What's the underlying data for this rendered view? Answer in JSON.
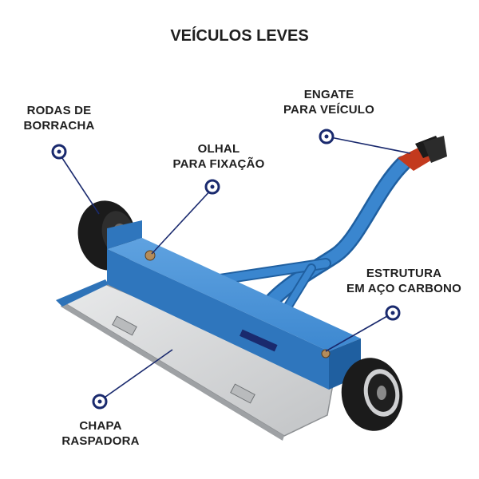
{
  "title": "VEÍCULOS LEVES",
  "labels": {
    "rodas": {
      "line1": "RODAS DE",
      "line2": "BORRACHA"
    },
    "olhal": {
      "line1": "OLHAL",
      "line2": "PARA FIXAÇÃO"
    },
    "engate": {
      "line1": "ENGATE",
      "line2": "PARA VEÍCULO"
    },
    "estrutura": {
      "line1": "ESTRUTURA",
      "line2": "EM AÇO CARBONO"
    },
    "chapa": {
      "line1": "CHAPA",
      "line2": "RASPADORA"
    }
  },
  "colors": {
    "frame_blue": "#3a86cf",
    "frame_dark": "#1f5fa0",
    "marker_navy": "#1a2a6e",
    "plate_gray": "#d4d6d8",
    "tire_black": "#1b1b1b"
  },
  "icons": [
    "callout-marker-icon"
  ]
}
